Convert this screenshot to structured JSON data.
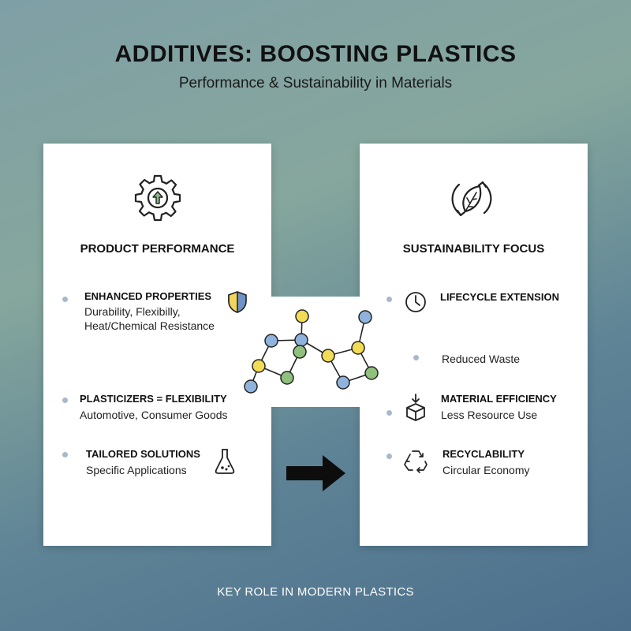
{
  "header": {
    "title": "ADDITIVES: BOOSTING PLASTICS",
    "subtitle": "Performance & Sustainability in Materials"
  },
  "left_card": {
    "heading": "PRODUCT PERFORMANCE",
    "icon": "gear-icon",
    "items": [
      {
        "title": "ENHANCED PROPERTIES",
        "lines": [
          "Durability, Flexibilly,",
          "Heat/Chemical Resistance"
        ],
        "icon": "shield-icon"
      },
      {
        "title": "PLASTICIZERS = FLEXIBILITY",
        "lines": [
          "Automotive, Consumer Goods"
        ]
      },
      {
        "title": "TAILORED SOLUTIONS",
        "lines": [
          "Specific Applications"
        ],
        "icon": "flask-icon"
      }
    ]
  },
  "right_card": {
    "heading": "SUSTAINABILITY FOCUS",
    "icon": "leaf-cycle-icon",
    "items": [
      {
        "title": "LIFECYCLE EXTENSION",
        "icon": "clock-icon"
      },
      {
        "text": "Reduced Waste"
      },
      {
        "title": "MATERIAL EFFICIENCY",
        "lines": [
          "Less Resource Use"
        ],
        "icon": "box-arrow-icon"
      },
      {
        "title": "RECYCLABILITY",
        "lines": [
          "Circular Economy"
        ],
        "icon": "recycle-icon"
      }
    ]
  },
  "footer": "KEY ROLE IN MODERN PLASTICS",
  "colors": {
    "node_blue": "#8fb3dc",
    "node_yellow": "#f3dc55",
    "node_green": "#8fc07e",
    "shield_yellow": "#f2d55a",
    "shield_blue": "#6f93c6",
    "gear_arrow_green": "#8db88a",
    "bullet": "#a9b9cc"
  }
}
